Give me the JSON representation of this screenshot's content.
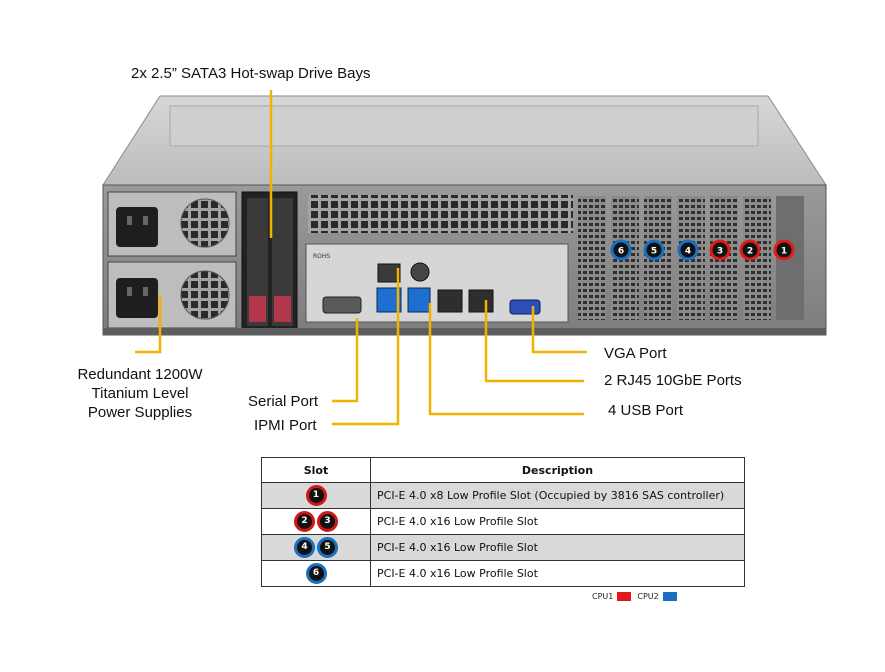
{
  "callouts": {
    "drive_bays": "2x 2.5” SATA3 Hot-swap Drive Bays",
    "power_supplies": [
      "Redundant  1200W",
      "Titanium  Level",
      "Power Supplies"
    ],
    "serial_port": "Serial Port",
    "ipmi_port": "IPMI Port",
    "vga_port": "VGA Port",
    "rj45_ports": "2 RJ45 10GbE Ports",
    "usb_port": "4 USB Port"
  },
  "callout_color": "#f2b300",
  "chassis_labels": {
    "rohs": "ROHS"
  },
  "chassis_slot_badges": [
    "6",
    "5",
    "4",
    "3",
    "2",
    "1"
  ],
  "table": {
    "headers": [
      "Slot",
      "Description"
    ],
    "rows": [
      {
        "slots": [
          {
            "n": "1",
            "cpu": "cpu1"
          }
        ],
        "description": "PCI-E 4.0 x8 Low Profile Slot (Occupied by 3816 SAS controller)"
      },
      {
        "slots": [
          {
            "n": "2",
            "cpu": "cpu1"
          },
          {
            "n": "3",
            "cpu": "cpu1"
          }
        ],
        "description": "PCI-E 4.0 x16 Low Profile Slot"
      },
      {
        "slots": [
          {
            "n": "4",
            "cpu": "cpu2"
          },
          {
            "n": "5",
            "cpu": "cpu2"
          }
        ],
        "description": "PCI-E 4.0 x16 Low Profile Slot"
      },
      {
        "slots": [
          {
            "n": "6",
            "cpu": "cpu2"
          }
        ],
        "description": "PCI-E 4.0 x16 Low Profile Slot"
      }
    ]
  },
  "legend": {
    "cpu1_label": "CPU1",
    "cpu2_label": "CPU2",
    "cpu1_color": "#e01b1b",
    "cpu2_color": "#1a6fc0"
  }
}
